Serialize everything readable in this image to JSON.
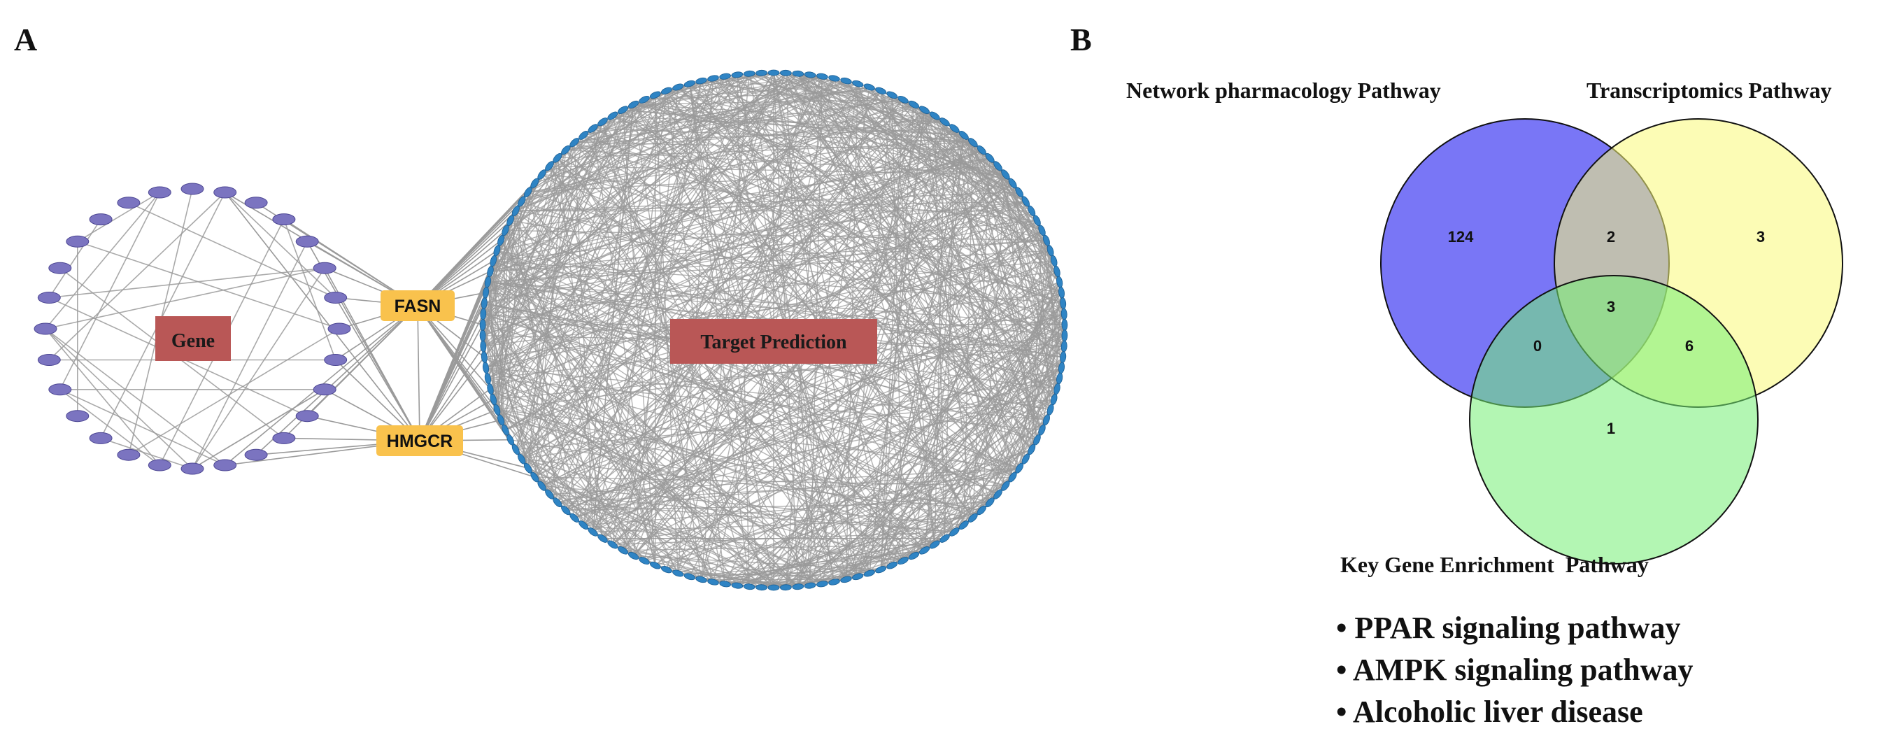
{
  "panels": {
    "a": {
      "letter": "A"
    },
    "b": {
      "letter": "B"
    }
  },
  "network": {
    "gene_box_label": "Gene",
    "target_box_label": "Target Prediction",
    "hubs": [
      "FASN",
      "HMGCR"
    ],
    "gene_node_count": 28,
    "target_node_count": 150,
    "colors": {
      "gene_node": "#7b74c0",
      "gene_node_stroke": "#4d4793",
      "target_node": "#2f84c4",
      "target_node_stroke": "#1b5e93",
      "hub": "#f9c24d",
      "label_box": "#b95756",
      "edge": "#9a9a9a"
    }
  },
  "venn": {
    "sets": [
      {
        "name": "Network pharmacology Pathway",
        "color": "#6f6cf5"
      },
      {
        "name": "Transcriptomics Pathway",
        "color": "#f9fa78"
      },
      {
        "name": "Key Gene Enrichment  Pathway",
        "color": "#74ef74"
      }
    ],
    "regions": {
      "np_only": "124",
      "np_tr": "2",
      "tr_only": "3",
      "all_three": "3",
      "np_kg": "0",
      "tr_kg": "6",
      "kg_only": "1"
    }
  },
  "pathways": [
    "• PPAR signaling pathway",
    "• AMPK signaling pathway",
    "• Alcoholic liver disease"
  ]
}
